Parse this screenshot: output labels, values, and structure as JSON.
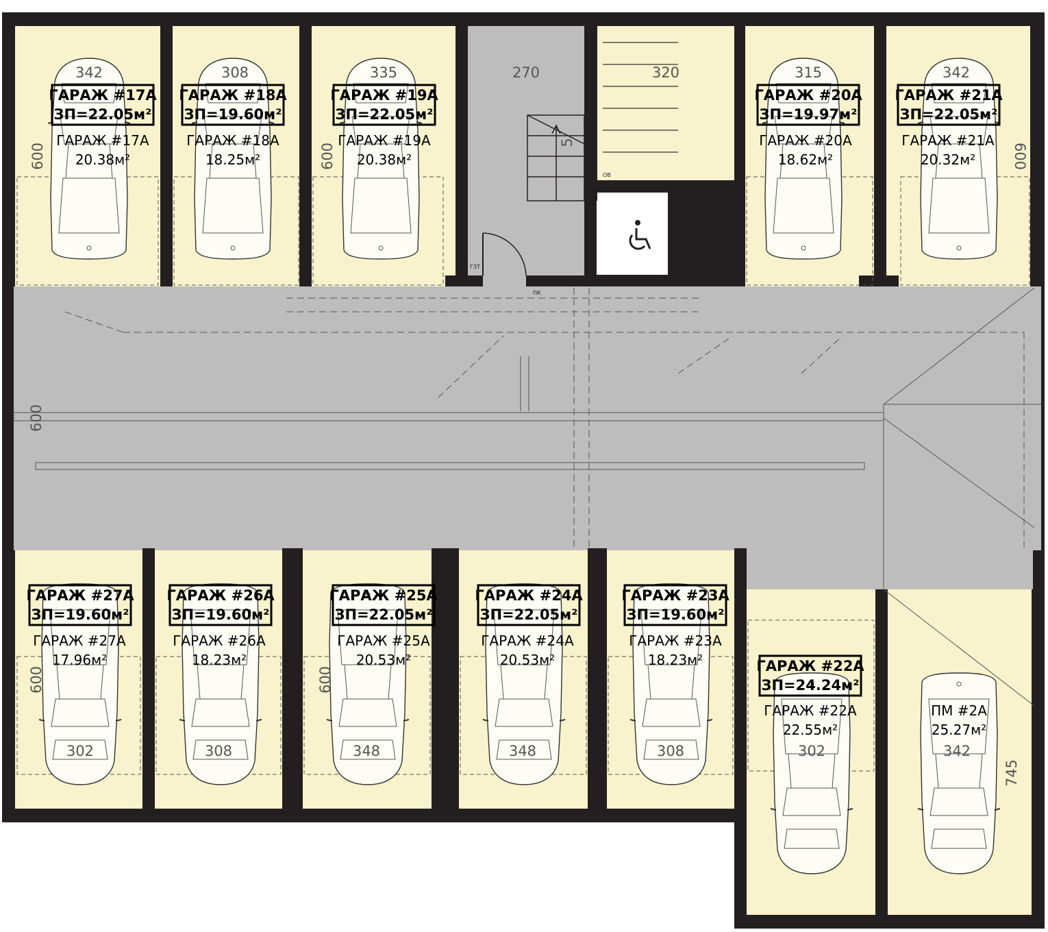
{
  "colors": {
    "unit_fill": "#f8f3cc",
    "aisle_fill": "#bdbdbd",
    "wall": "#231f20",
    "car_fill": "#fdfdf5"
  },
  "garages": [
    {
      "id": "17A",
      "title": "ГАРАЖ #17А",
      "zp": "ЗП=22.05м²",
      "name": "ГАРАЖ #17А",
      "area": "20.38м²",
      "width": "342",
      "depth": "600"
    },
    {
      "id": "18A",
      "title": "ГАРАЖ #18А",
      "zp": "ЗП=19.60м²",
      "name": "ГАРАЖ #18А",
      "area": "18.25м²",
      "width": "308",
      "depth": ""
    },
    {
      "id": "19A",
      "title": "ГАРАЖ #19А",
      "zp": "ЗП=22.05м²",
      "name": "ГАРАЖ #19А",
      "area": "20.38м²",
      "width": "335",
      "depth": "600"
    },
    {
      "id": "20A",
      "title": "ГАРАЖ #20А",
      "zp": "ЗП=19.97м²",
      "name": "ГАРАЖ #20А",
      "area": "18.62м²",
      "width": "315",
      "depth": ""
    },
    {
      "id": "21A",
      "title": "ГАРАЖ #21А",
      "zp": "ЗП=22.05м²",
      "name": "ГАРАЖ #21А",
      "area": "20.32м²",
      "width": "342",
      "depth": "600"
    },
    {
      "id": "27A",
      "title": "ГАРАЖ #27А",
      "zp": "ЗП=19.60м²",
      "name": "ГАРАЖ #27А",
      "area": "17.96м²",
      "width": "302",
      "depth": "600"
    },
    {
      "id": "26A",
      "title": "ГАРАЖ #26А",
      "zp": "ЗП=19.60м²",
      "name": "ГАРАЖ #26А",
      "area": "18.23м²",
      "width": "308",
      "depth": ""
    },
    {
      "id": "25A",
      "title": "ГАРАЖ #25А",
      "zp": "ЗП=22.05м²",
      "name": "ГАРАЖ #25А",
      "area": "20.53м²",
      "width": "348",
      "depth": "600"
    },
    {
      "id": "24A",
      "title": "ГАРАЖ #24А",
      "zp": "ЗП=22.05м²",
      "name": "ГАРАЖ #24А",
      "area": "20.53м²",
      "width": "348",
      "depth": ""
    },
    {
      "id": "23A",
      "title": "ГАРАЖ #23А",
      "zp": "ЗП=19.60м²",
      "name": "ГАРАЖ #23А",
      "area": "18.23м²",
      "width": "308",
      "depth": ""
    },
    {
      "id": "22A",
      "title": "ГАРАЖ #22А",
      "zp": "ЗП=24.24м²",
      "name": "ГАРАЖ #22А",
      "area": "22.55м²",
      "width": "302",
      "depth": ""
    }
  ],
  "parking_spot": {
    "name": "ПМ #2А",
    "area": "25.27м²",
    "width": "342",
    "depth": "745"
  },
  "stair": {
    "width": "270",
    "label": "5"
  },
  "bike_room": {
    "width": "320",
    "tag": "ОВ"
  },
  "aisle": {
    "depth": "600"
  },
  "small_tags": {
    "door": "ГЗТ",
    "pk": "ПК"
  }
}
